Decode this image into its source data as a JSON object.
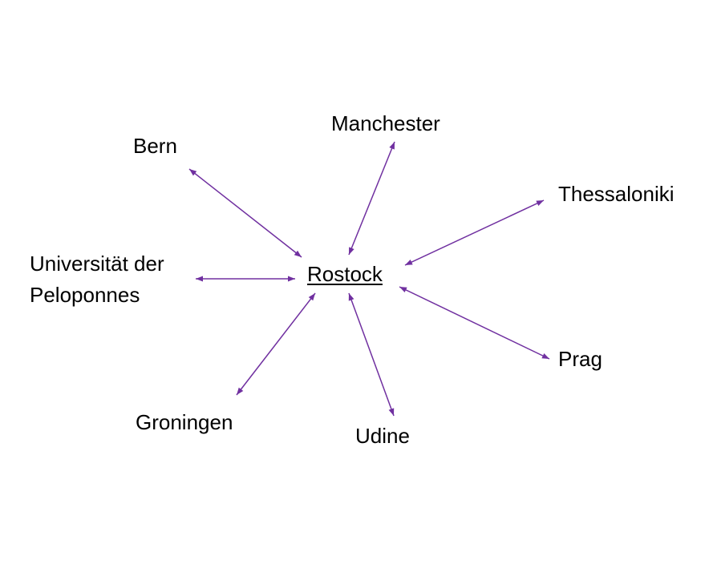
{
  "center": {
    "label": "Rostock"
  },
  "nodes": [
    {
      "key": "bern",
      "label": "Bern"
    },
    {
      "key": "manchester",
      "label": "Manchester"
    },
    {
      "key": "thessaloniki",
      "label": "Thessaloniki"
    },
    {
      "key": "peloponnes",
      "label_line1": "Universität der",
      "label_line2": "Peloponnes"
    },
    {
      "key": "prag",
      "label": "Prag"
    },
    {
      "key": "groningen",
      "label": "Groningen"
    },
    {
      "key": "udine",
      "label": "Udine"
    }
  ],
  "colors": {
    "connector": "#7030a0",
    "text": "#000000",
    "background": "#ffffff"
  }
}
